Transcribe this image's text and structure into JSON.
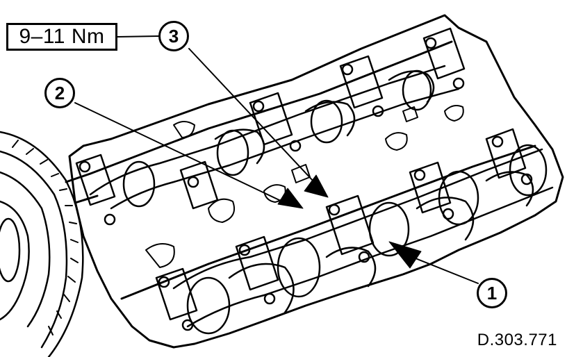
{
  "torque_spec": "9–11 Nm",
  "callouts": {
    "one": "1",
    "two": "2",
    "three": "3"
  },
  "figure_ref": "D.303.771",
  "colors": {
    "ink": "#000000",
    "paper": "#ffffff"
  }
}
